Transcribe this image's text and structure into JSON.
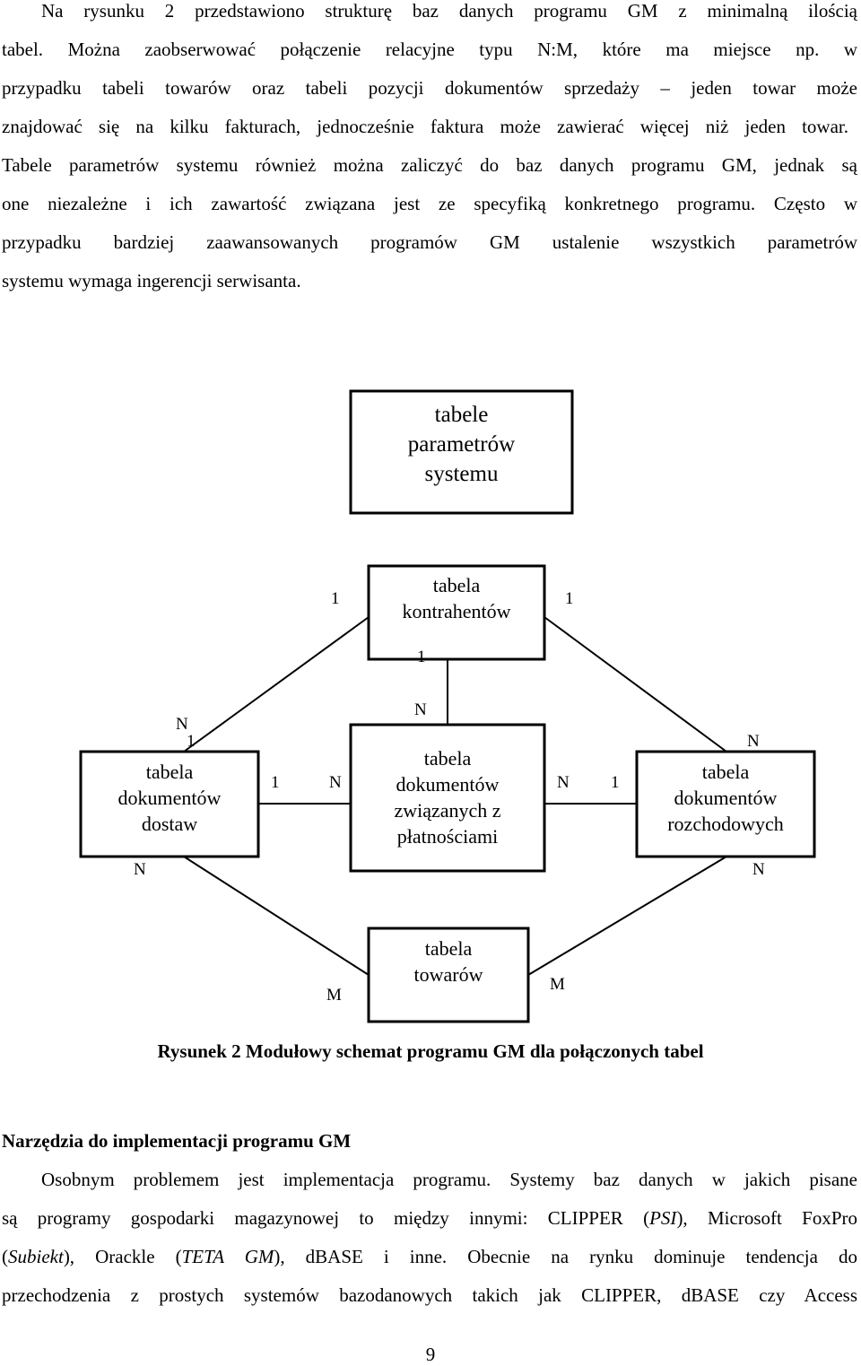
{
  "intro_lines": [
    "Na rysunku 2 przedstawiono strukturę baz danych programu GM z minimalną ilością",
    "tabel. Można zaobserwować połączenie relacyjne typu N:M, które ma miejsce np. w",
    "przypadku tabeli towarów oraz tabeli pozycji dokumentów sprzedaży – jeden towar może",
    "znajdować się na kilku fakturach, jednocześnie faktura może zawierać więcej niż jeden towar.",
    "Tabele parametrów systemu również można zaliczyć do baz danych programu GM, jednak są",
    "one niezależne i ich zawartość związana jest ze specyfiką konkretnego programu. Często w",
    "przypadku bardziej zaawansowanych programów GM ustalenie wszystkich parametrów",
    "systemu wymaga ingerencji serwisanta."
  ],
  "diagram": {
    "boxes": {
      "params": [
        "tabele",
        "parametrów",
        "systemu"
      ],
      "contractors": [
        "tabela",
        "kontrahentów"
      ],
      "supply": [
        "tabela",
        "dokumentów",
        "dostaw"
      ],
      "payments": [
        "tabela",
        "dokumentów",
        "związanych z",
        "płatnościami"
      ],
      "outgoing": [
        "tabela",
        "dokumentów",
        "rozchodowych"
      ],
      "goods": [
        "tabela",
        "towarów"
      ]
    },
    "labels": {
      "contractors_left": "1",
      "contractors_right": "1",
      "contractors_bottom": "1",
      "payments_top": "N",
      "supply_top_n": "N",
      "supply_top_1": "1",
      "supply_payments_1": "1",
      "supply_payments_n": "N",
      "payments_outgoing_n": "N",
      "payments_outgoing_1": "1",
      "outgoing_top": "N",
      "supply_bottom": "N",
      "outgoing_bottom": "N",
      "goods_left": "M",
      "goods_right": "M"
    }
  },
  "caption": "Rysunek 2 Modułowy schemat programu GM dla połączonych tabel",
  "heading": "Narzędzia do implementacji programu GM",
  "body_lines": [
    [
      "Osobnym problemem jest implementacja programu. Systemy baz danych w jakich pisane"
    ],
    [
      "są programy gospodarki magazynowej to między innymi: CLIPPER (",
      "PSI",
      "), Microsoft FoxPro"
    ],
    [
      "(",
      "Subiekt",
      "), Orackle (",
      "TETA GM",
      "), dBASE i inne. Obecnie na rynku dominuje tendencja do"
    ],
    [
      "przechodzenia z prostych systemów bazodanowych takich jak CLIPPER, dBASE czy Access"
    ]
  ],
  "page_number": "9"
}
